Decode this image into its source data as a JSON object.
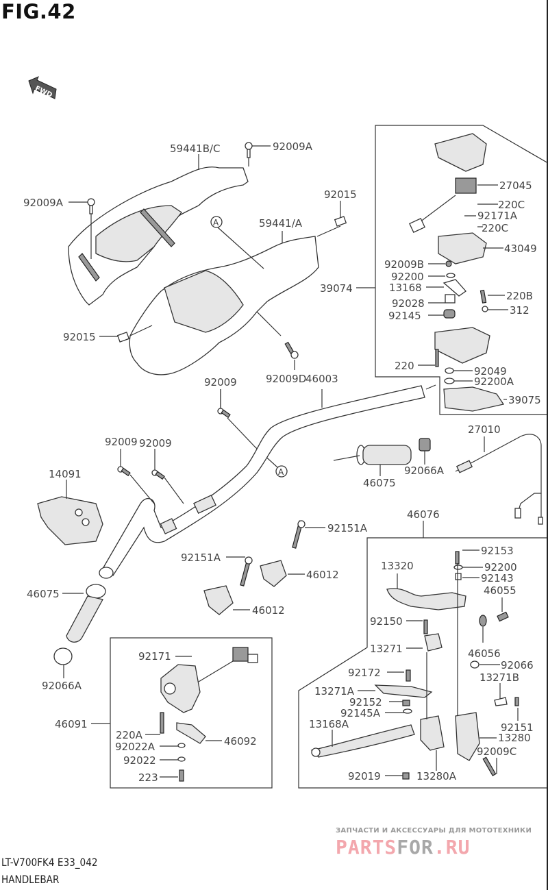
{
  "figure": {
    "title": "FIG.42",
    "fwd_arrow_label": "FWD",
    "model_code": "LT-V700FK4 E33_042",
    "section_name": "HANDLEBAR"
  },
  "watermark": {
    "subtitle": "ЗАПЧАСТИ И АКСЕССУАРЫ ДЛЯ МОТОТЕХНИКИ",
    "brand_part1": "PARTS",
    "brand_part2": "FOR",
    "brand_part3": ".RU",
    "colors": {
      "pink": "#f3a7ad",
      "gray": "#a8a8a8"
    }
  },
  "reference_marker": "A",
  "callouts": {
    "handlebar_cover_upper": "59441B/C",
    "cover_screw_top": "92009A",
    "cover_screw_left": "92009A",
    "nut_clip_right": "92015",
    "handlebar_cover_lower": "59441/A",
    "nut_clip_left": "92015",
    "cover_screw_bottom": "92009D",
    "screw_center": "92009",
    "handlebar": "46003",
    "screw_left_1": "92009",
    "screw_left_2": "92009",
    "cover_left": "14091",
    "grip_left": "46075",
    "bar_end_left": "92066A",
    "grip_right": "46075",
    "bar_end_right": "92066A",
    "throttle_cable": "27010",
    "holder_bolt_1": "92151A",
    "holder_bolt_2": "92151A",
    "holder_1": "46012",
    "holder_2": "46012"
  },
  "throttle_assembly": {
    "assembly_no": "39074",
    "parts": {
      "switch": "27045",
      "screw_c1": "220C",
      "clamp": "92171A",
      "screw_c2": "220C",
      "cover": "43049",
      "screw_b": "92009B",
      "washer": "92200",
      "lever_arm": "13168",
      "collar": "92028",
      "spring": "92145",
      "screw_220b": "220B",
      "nut": "312",
      "screw_220": "220",
      "nut_92049": "92049",
      "washer_a": "92200A",
      "throttle_lever": "39075"
    }
  },
  "brake_assembly": {
    "assembly_no": "46076",
    "parts": {
      "bolt": "92153",
      "washer": "92200",
      "collar": "92143",
      "parking_lever": "13320",
      "adjuster_bolt": "46055",
      "bolt_92150": "92150",
      "bracket": "13271",
      "adjuster": "46056",
      "cap": "92066",
      "screw": "92172",
      "bracket_b": "13271B",
      "bracket_a": "13271A",
      "nut_92152": "92152",
      "spring": "92145A",
      "bolt_92151": "92151",
      "lever": "13168A",
      "holder": "13280",
      "bolt_c": "92009C",
      "nut_92019": "92019",
      "holder_a": "13280A"
    }
  },
  "switch_assembly": {
    "assembly_no": "46091",
    "parts": {
      "clamp": "92171",
      "screw_a": "220A",
      "lever": "46092",
      "washer_a": "92022A",
      "washer": "92022",
      "screw": "223"
    }
  }
}
